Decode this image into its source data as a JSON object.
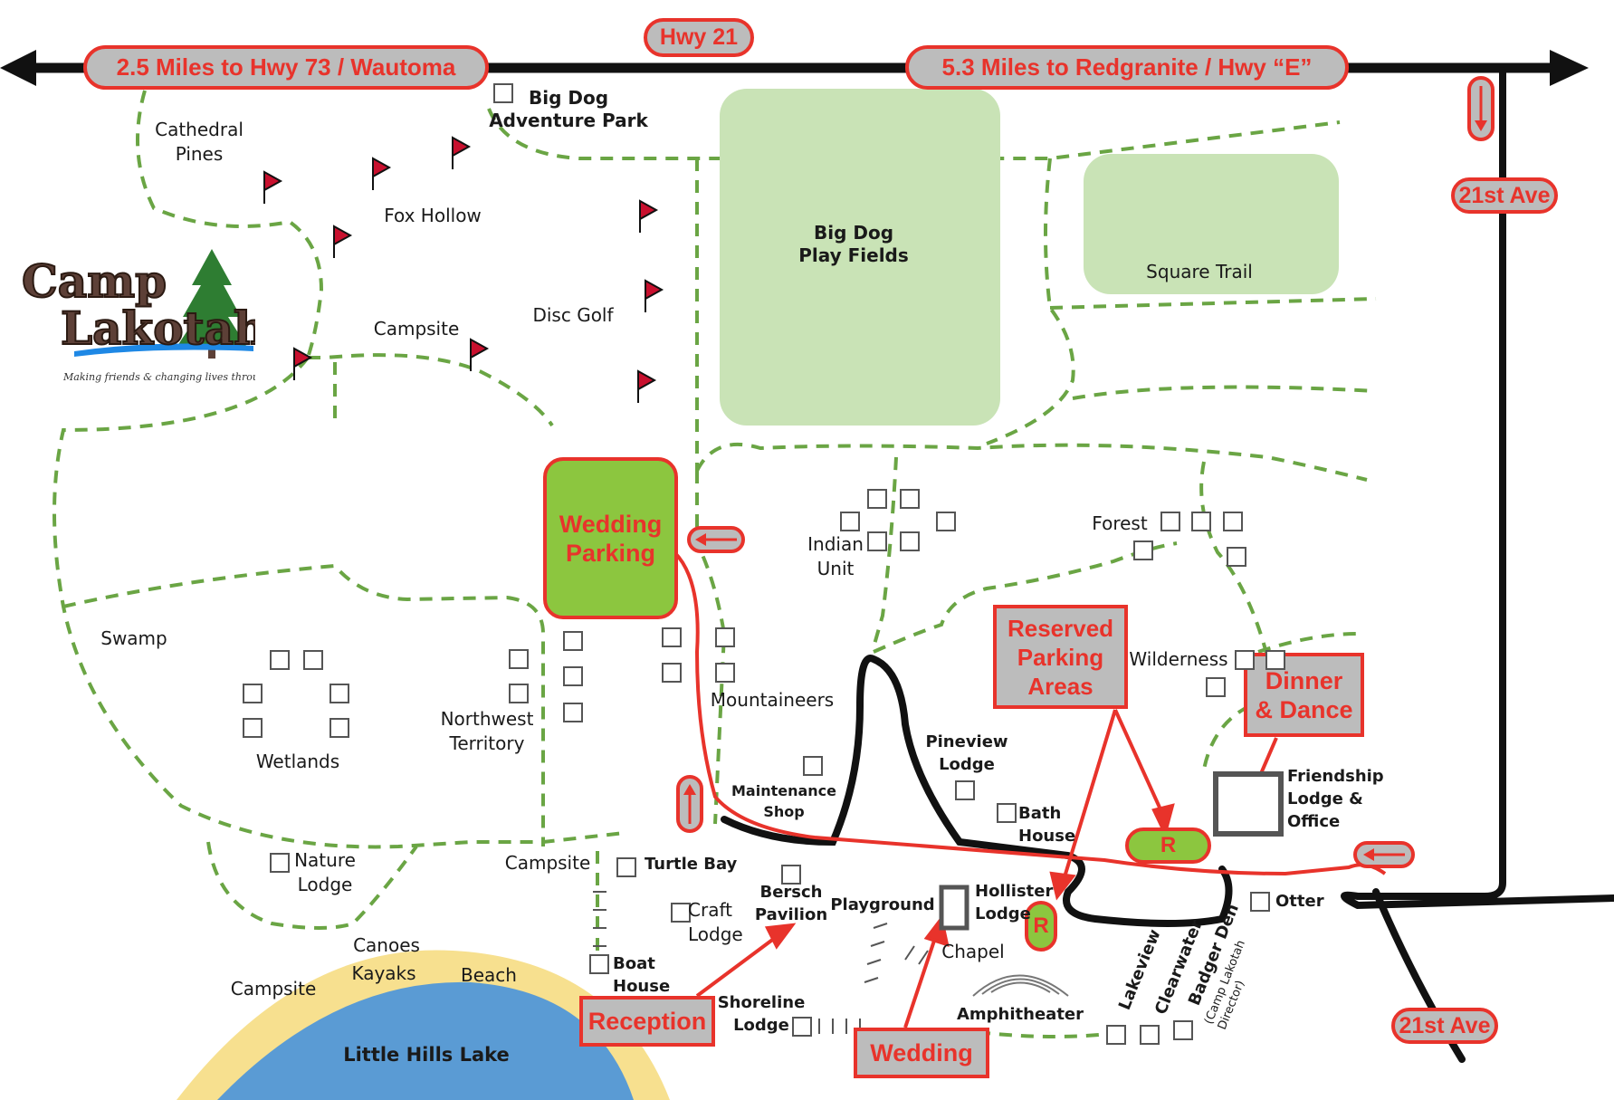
{
  "map": {
    "colors": {
      "trail": "#6aa544",
      "road": "#111111",
      "route": "#e8332b",
      "field": "#c9e3b6",
      "sign_fill": "#bcbcbc",
      "sign_border": "#e8332b",
      "lake": "#5a9bd4",
      "beach": "#f7e08f"
    },
    "highway": {
      "name": "Hwy 21",
      "west": "2.5 Miles to Hwy 73 / Wautoma",
      "east": "5.3 Miles to Redgranite / Hwy “E”"
    },
    "roads": {
      "upper": "21st Ave",
      "lower": "21st Ave"
    },
    "logo": {
      "line1": "Camp",
      "line2": "Lakotah",
      "tagline": "Making friends & changing lives through camping"
    },
    "fields": {
      "play": "Big Dog\nPlay Fields",
      "square": "Square Trail"
    },
    "signs": {
      "wedding_parking": "Wedding\nParking",
      "reserved_parking": "Reserved\nParking\nAreas",
      "dinner": "Dinner\n& Dance",
      "reception": "Reception",
      "wedding": "Wedding",
      "reserved_marker": "R"
    },
    "places": {
      "big_dog_adventure": "Big Dog\nAdventure Park",
      "cathedral_pines": "Cathedral\nPines",
      "fox_hollow": "Fox Hollow",
      "campsite_north": "Campsite",
      "disc_golf": "Disc Golf",
      "swamp": "Swamp",
      "wetlands": "Wetlands",
      "northwest_territory": "Northwest\nTerritory",
      "mountaineers": "Mountaineers",
      "indian_unit": "Indian\nUnit",
      "forest": "Forest",
      "wilderness": "Wilderness",
      "nature_lodge": "Nature\nLodge",
      "campsite_mid": "Campsite",
      "campsite_lake": "Campsite",
      "canoes": "Canoes",
      "kayaks": "Kayaks",
      "beach": "Beach",
      "lake": "Little Hills Lake",
      "turtle_bay": "Turtle Bay",
      "craft_lodge": "Craft\nLodge",
      "boat_house": "Boat\nHouse",
      "bersch_pavilion": "Bersch\nPavilion",
      "shoreline_lodge": "Shoreline\nLodge",
      "playground": "Playground",
      "chapel": "Chapel",
      "hollister_lodge": "Hollister\nLodge",
      "amphitheater": "Amphitheater",
      "maintenance_shop": "Maintenance\nShop",
      "pineview_lodge": "Pineview\nLodge",
      "bath_house": "Bath\nHouse",
      "friendship_lodge": "Friendship\nLodge &\nOffice",
      "otter": "Otter",
      "lakeview": "Lakeview",
      "clearwater": "Clearwater",
      "badger_den": "Badger Den",
      "badger_den_note": "(Camp Lakotah\nDirector)"
    }
  }
}
